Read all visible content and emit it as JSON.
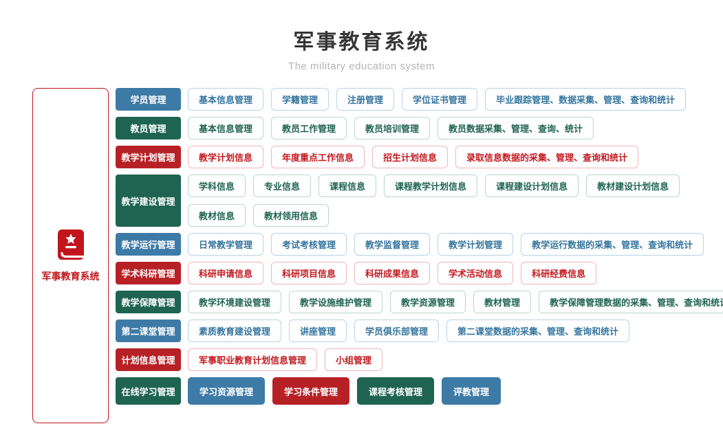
{
  "header": {
    "title": "军事教育系统",
    "subtitle": "The military education system"
  },
  "root_node": {
    "label": "军事教育系统",
    "icon": "red-book-star-icon"
  },
  "palette": {
    "accent_red": "#c1151b",
    "blue": "#3d7aa6",
    "green": "#1e6450",
    "red": "#b72126",
    "blue_border": "#b7d3e6",
    "blue_text": "#35759e",
    "green_border": "#b9d6cb",
    "green_text": "#1e6450",
    "red_border": "#efb5b7",
    "red_text": "#c2191f"
  },
  "rows": [
    {
      "category": {
        "label": "学员管理",
        "color": "blue"
      },
      "groups": [
        [
          {
            "label": "基本信息管理",
            "color": "blue",
            "style": "outline"
          },
          {
            "label": "学籍管理",
            "color": "blue",
            "style": "outline"
          },
          {
            "label": "注册管理",
            "color": "blue",
            "style": "outline"
          },
          {
            "label": "学位证书管理",
            "color": "blue",
            "style": "outline"
          },
          {
            "label": "毕业跟踪管理、数据采集、管理、查询和统计",
            "color": "blue",
            "style": "outline"
          }
        ]
      ]
    },
    {
      "category": {
        "label": "教员管理",
        "color": "green"
      },
      "groups": [
        [
          {
            "label": "基本信息管理",
            "color": "green",
            "style": "outline"
          },
          {
            "label": "教员工作管理",
            "color": "green",
            "style": "outline"
          },
          {
            "label": "教员培训管理",
            "color": "green",
            "style": "outline"
          },
          {
            "label": "教员数据采集、管理、查询、统计",
            "color": "green",
            "style": "outline"
          }
        ]
      ]
    },
    {
      "category": {
        "label": "教学计划管理",
        "color": "red"
      },
      "groups": [
        [
          {
            "label": "教学计划信息",
            "color": "red",
            "style": "outline"
          },
          {
            "label": "年度重点工作信息",
            "color": "red",
            "style": "outline"
          },
          {
            "label": "招生计划信息",
            "color": "red",
            "style": "outline"
          },
          {
            "label": "录取信息数据的采集、管理、查询和统计",
            "color": "red",
            "style": "outline"
          }
        ]
      ]
    },
    {
      "category": {
        "label": "教学建设管理",
        "color": "green"
      },
      "groups": [
        [
          {
            "label": "学科信息",
            "color": "green",
            "style": "outline"
          },
          {
            "label": "专业信息",
            "color": "green",
            "style": "outline"
          },
          {
            "label": "课程信息",
            "color": "green",
            "style": "outline"
          },
          {
            "label": "课程教学计划信息",
            "color": "green",
            "style": "outline"
          },
          {
            "label": "课程建设计划信息",
            "color": "green",
            "style": "outline"
          },
          {
            "label": "教材建设计划信息",
            "color": "green",
            "style": "outline"
          }
        ],
        [
          {
            "label": "教材信息",
            "color": "green",
            "style": "outline"
          },
          {
            "label": "教材领用信息",
            "color": "green",
            "style": "outline"
          }
        ]
      ]
    },
    {
      "category": {
        "label": "教学运行管理",
        "color": "blue"
      },
      "groups": [
        [
          {
            "label": "日常教学管理",
            "color": "blue",
            "style": "outline"
          },
          {
            "label": "考试考核管理",
            "color": "blue",
            "style": "outline"
          },
          {
            "label": "教学监督管理",
            "color": "blue",
            "style": "outline"
          },
          {
            "label": "教学计划管理",
            "color": "blue",
            "style": "outline"
          },
          {
            "label": "教学运行数据的采集、管理、查询和统计",
            "color": "blue",
            "style": "outline"
          }
        ]
      ]
    },
    {
      "category": {
        "label": "学术科研管理",
        "color": "red"
      },
      "groups": [
        [
          {
            "label": "科研申请信息",
            "color": "red",
            "style": "outline"
          },
          {
            "label": "科研项目信息",
            "color": "red",
            "style": "outline"
          },
          {
            "label": "科研成果信息",
            "color": "red",
            "style": "outline"
          },
          {
            "label": "学术活动信息",
            "color": "red",
            "style": "outline"
          },
          {
            "label": "科研经费信息",
            "color": "red",
            "style": "outline"
          }
        ]
      ]
    },
    {
      "category": {
        "label": "教学保障管理",
        "color": "green"
      },
      "groups": [
        [
          {
            "label": "教学环境建设管理",
            "color": "green",
            "style": "outline"
          },
          {
            "label": "教学设施维护管理",
            "color": "green",
            "style": "outline"
          },
          {
            "label": "教学资源管理",
            "color": "green",
            "style": "outline"
          },
          {
            "label": "教材管理",
            "color": "green",
            "style": "outline"
          },
          {
            "label": "教学保障管理数据的采集、管理、查询和统计",
            "color": "green",
            "style": "outline"
          }
        ]
      ]
    },
    {
      "category": {
        "label": "第二课堂管理",
        "color": "blue"
      },
      "groups": [
        [
          {
            "label": "素质教育建设管理",
            "color": "blue",
            "style": "outline"
          },
          {
            "label": "讲座管理",
            "color": "blue",
            "style": "outline"
          },
          {
            "label": "学员俱乐部管理",
            "color": "blue",
            "style": "outline"
          },
          {
            "label": "第二课堂数据的采集、管理、查询和统计",
            "color": "blue",
            "style": "outline"
          }
        ]
      ]
    },
    {
      "category": {
        "label": "计划信息管理",
        "color": "red"
      },
      "groups": [
        [
          {
            "label": "军事职业教育计划信息管理",
            "color": "red",
            "style": "outline"
          },
          {
            "label": "小组管理",
            "color": "red",
            "style": "outline"
          }
        ]
      ]
    },
    {
      "category": {
        "label": "在线学习管理",
        "color": "green"
      },
      "groups": [
        [
          {
            "label": "学习资源管理",
            "color": "blue",
            "style": "filled"
          },
          {
            "label": "学习条件管理",
            "color": "red",
            "style": "filled"
          },
          {
            "label": "课程考核管理",
            "color": "green",
            "style": "filled"
          },
          {
            "label": "评教管理",
            "color": "blue",
            "style": "filled"
          }
        ]
      ]
    }
  ]
}
